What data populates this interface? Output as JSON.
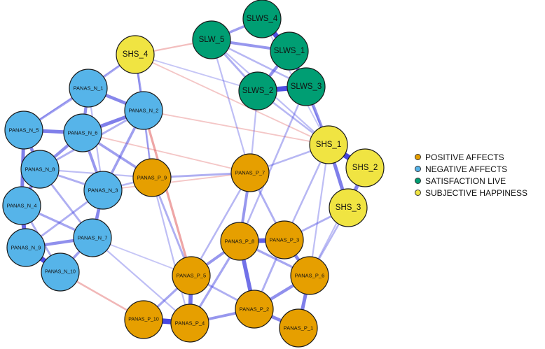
{
  "groups": [
    {
      "id": "PA",
      "label": "POSITIVE AFFECTS",
      "color": "#E69F00"
    },
    {
      "id": "NA",
      "label": "NEGATIVE AFFECTS",
      "color": "#56B4E9"
    },
    {
      "id": "SL",
      "label": "SATISFACTION LIVE",
      "color": "#009E73"
    },
    {
      "id": "SH",
      "label": "SUBJECTIVE HAPPINESS",
      "color": "#F0E442"
    }
  ],
  "nodes": [
    {
      "id": "SHS_4",
      "label": "SHS_4",
      "group": "SH"
    },
    {
      "id": "SLW_5",
      "label": "SLW_5",
      "group": "SL"
    },
    {
      "id": "SLWS_4",
      "label": "SLWS_4",
      "group": "SL"
    },
    {
      "id": "SLWS_1",
      "label": "SLWS_1",
      "group": "SL"
    },
    {
      "id": "SLWS_2",
      "label": "SLWS_2",
      "group": "SL"
    },
    {
      "id": "SLWS_3",
      "label": "SLWS_3",
      "group": "SL"
    },
    {
      "id": "SHS_1",
      "label": "SHS_1",
      "group": "SH"
    },
    {
      "id": "SHS_2",
      "label": "SHS_2",
      "group": "SH"
    },
    {
      "id": "SHS_3",
      "label": "SHS_3",
      "group": "SH"
    },
    {
      "id": "PANAS_N_1",
      "label": "PANAS_N_1",
      "group": "NA"
    },
    {
      "id": "PANAS_N_2",
      "label": "PANAS_N_2",
      "group": "NA"
    },
    {
      "id": "PANAS_N_5",
      "label": "PANAS_N_5",
      "group": "NA"
    },
    {
      "id": "PANAS_N_6",
      "label": "PANAS_N_6",
      "group": "NA"
    },
    {
      "id": "PANAS_N_8",
      "label": "PANAS_N_8",
      "group": "NA"
    },
    {
      "id": "PANAS_N_3",
      "label": "PANAS_N_3",
      "group": "NA"
    },
    {
      "id": "PANAS_N_4",
      "label": "PANAS_N_4",
      "group": "NA"
    },
    {
      "id": "PANAS_N_7",
      "label": "PANAS_N_7",
      "group": "NA"
    },
    {
      "id": "PANAS_N_9",
      "label": "PANAS_N_9",
      "group": "NA"
    },
    {
      "id": "PANAS_N_10",
      "label": "PANAS_N_10",
      "group": "NA"
    },
    {
      "id": "PANAS_P_9",
      "label": "PANAS_P_9",
      "group": "PA"
    },
    {
      "id": "PANAS_P_7",
      "label": "PANAS_P_7",
      "group": "PA"
    },
    {
      "id": "PANAS_P_8",
      "label": "PANAS_P_8",
      "group": "PA"
    },
    {
      "id": "PANAS_P_3",
      "label": "PANAS_P_3",
      "group": "PA"
    },
    {
      "id": "PANAS_P_5",
      "label": "PANAS_P_5",
      "group": "PA"
    },
    {
      "id": "PANAS_P_6",
      "label": "PANAS_P_6",
      "group": "PA"
    },
    {
      "id": "PANAS_P_10",
      "label": "PANAS_P_10",
      "group": "PA"
    },
    {
      "id": "PANAS_P_4",
      "label": "PANAS_P_4",
      "group": "PA"
    },
    {
      "id": "PANAS_P_2",
      "label": "PANAS_P_2",
      "group": "PA"
    },
    {
      "id": "PANAS_P_1",
      "label": "PANAS_P_1",
      "group": "PA"
    }
  ],
  "edges": [
    [
      "SLW_5",
      "SLWS_4",
      0.4,
      "pos"
    ],
    [
      "SLW_5",
      "SLWS_1",
      0.45,
      "pos"
    ],
    [
      "SLW_5",
      "SLWS_2",
      0.3,
      "pos"
    ],
    [
      "SLWS_4",
      "SLWS_1",
      0.9,
      "pos"
    ],
    [
      "SLWS_1",
      "SLWS_3",
      0.7,
      "pos"
    ],
    [
      "SLWS_1",
      "SLWS_2",
      0.5,
      "pos"
    ],
    [
      "SLWS_2",
      "SLWS_3",
      0.9,
      "pos"
    ],
    [
      "SLWS_3",
      "SHS_1",
      0.45,
      "pos"
    ],
    [
      "SLWS_2",
      "SHS_1",
      0.25,
      "pos"
    ],
    [
      "SHS_1",
      "SHS_2",
      1.0,
      "pos"
    ],
    [
      "SHS_1",
      "SHS_3",
      0.6,
      "pos"
    ],
    [
      "SHS_2",
      "SHS_3",
      0.55,
      "pos"
    ],
    [
      "SHS_4",
      "PANAS_N_1",
      0.3,
      "pos"
    ],
    [
      "SHS_4",
      "PANAS_N_2",
      0.35,
      "pos"
    ],
    [
      "SHS_4",
      "SLW_5",
      0.2,
      "neg"
    ],
    [
      "SHS_4",
      "SHS_1",
      0.15,
      "neg"
    ],
    [
      "SHS_4",
      "PANAS_P_9",
      0.15,
      "pos"
    ],
    [
      "PANAS_N_1",
      "PANAS_N_2",
      0.55,
      "pos"
    ],
    [
      "PANAS_N_1",
      "PANAS_N_6",
      0.5,
      "pos"
    ],
    [
      "PANAS_N_1",
      "PANAS_N_5",
      0.35,
      "pos"
    ],
    [
      "PANAS_N_2",
      "PANAS_N_6",
      0.6,
      "pos"
    ],
    [
      "PANAS_N_2",
      "PANAS_N_3",
      0.4,
      "pos"
    ],
    [
      "PANAS_N_2",
      "PANAS_N_8",
      0.3,
      "pos"
    ],
    [
      "PANAS_N_5",
      "PANAS_N_6",
      0.6,
      "pos"
    ],
    [
      "PANAS_N_5",
      "PANAS_N_8",
      0.55,
      "pos"
    ],
    [
      "PANAS_N_5",
      "PANAS_N_4",
      0.6,
      "pos"
    ],
    [
      "PANAS_N_6",
      "PANAS_N_8",
      0.5,
      "pos"
    ],
    [
      "PANAS_N_6",
      "PANAS_N_3",
      0.45,
      "pos"
    ],
    [
      "PANAS_N_6",
      "PANAS_P_9",
      0.4,
      "pos"
    ],
    [
      "PANAS_N_8",
      "PANAS_N_4",
      0.55,
      "pos"
    ],
    [
      "PANAS_N_8",
      "PANAS_N_3",
      0.3,
      "pos"
    ],
    [
      "PANAS_N_8",
      "PANAS_N_7",
      0.3,
      "pos"
    ],
    [
      "PANAS_N_4",
      "PANAS_N_9",
      0.75,
      "pos"
    ],
    [
      "PANAS_N_4",
      "PANAS_N_7",
      0.35,
      "pos"
    ],
    [
      "PANAS_N_4",
      "PANAS_N_10",
      0.3,
      "pos"
    ],
    [
      "PANAS_N_3",
      "PANAS_N_7",
      0.55,
      "pos"
    ],
    [
      "PANAS_N_3",
      "PANAS_N_9",
      0.3,
      "pos"
    ],
    [
      "PANAS_N_3",
      "PANAS_P_9",
      0.25,
      "pos"
    ],
    [
      "PANAS_N_7",
      "PANAS_N_9",
      0.5,
      "pos"
    ],
    [
      "PANAS_N_7",
      "PANAS_N_10",
      0.4,
      "pos"
    ],
    [
      "PANAS_N_9",
      "PANAS_N_10",
      0.9,
      "pos"
    ],
    [
      "PANAS_N_2",
      "PANAS_P_9",
      0.25,
      "pos"
    ],
    [
      "PANAS_N_2",
      "PANAS_P_5",
      0.35,
      "neg"
    ],
    [
      "PANAS_N_2",
      "SHS_1",
      0.15,
      "neg"
    ],
    [
      "PANAS_N_10",
      "PANAS_P_10",
      0.25,
      "neg"
    ],
    [
      "PANAS_N_7",
      "PANAS_P_4",
      0.2,
      "pos"
    ],
    [
      "PANAS_P_9",
      "PANAS_P_7",
      0.3,
      "pos"
    ],
    [
      "PANAS_P_9",
      "PANAS_P_5",
      0.3,
      "pos"
    ],
    [
      "PANAS_P_9",
      "PANAS_P_4",
      0.2,
      "pos"
    ],
    [
      "PANAS_P_7",
      "PANAS_P_8",
      0.45,
      "pos"
    ],
    [
      "PANAS_P_7",
      "SHS_1",
      0.25,
      "pos"
    ],
    [
      "PANAS_P_7",
      "PANAS_P_3",
      0.3,
      "pos"
    ],
    [
      "PANAS_P_7",
      "PANAS_P_5",
      0.25,
      "pos"
    ],
    [
      "PANAS_P_7",
      "SLWS_2",
      0.2,
      "pos"
    ],
    [
      "PANAS_P_8",
      "PANAS_P_3",
      0.8,
      "pos"
    ],
    [
      "PANAS_P_8",
      "PANAS_P_5",
      0.45,
      "pos"
    ],
    [
      "PANAS_P_8",
      "PANAS_P_2",
      0.7,
      "pos"
    ],
    [
      "PANAS_P_8",
      "PANAS_P_6",
      0.35,
      "pos"
    ],
    [
      "PANAS_P_8",
      "PANAS_P_4",
      0.35,
      "pos"
    ],
    [
      "PANAS_P_3",
      "PANAS_P_6",
      0.55,
      "pos"
    ],
    [
      "PANAS_P_3",
      "SHS_3",
      0.3,
      "pos"
    ],
    [
      "PANAS_P_3",
      "PANAS_P_2",
      0.3,
      "pos"
    ],
    [
      "PANAS_P_5",
      "PANAS_P_4",
      0.7,
      "pos"
    ],
    [
      "PANAS_P_5",
      "PANAS_P_10",
      0.35,
      "pos"
    ],
    [
      "PANAS_P_5",
      "PANAS_P_2",
      0.3,
      "pos"
    ],
    [
      "PANAS_P_10",
      "PANAS_P_4",
      0.95,
      "pos"
    ],
    [
      "PANAS_P_4",
      "PANAS_P_2",
      0.45,
      "pos"
    ],
    [
      "PANAS_P_2",
      "PANAS_P_1",
      0.55,
      "pos"
    ],
    [
      "PANAS_P_2",
      "PANAS_P_6",
      0.5,
      "pos"
    ],
    [
      "PANAS_P_6",
      "PANAS_P_1",
      0.6,
      "pos"
    ],
    [
      "SHS_3",
      "PANAS_P_6",
      0.25,
      "pos"
    ],
    [
      "SHS_1",
      "PANAS_P_6",
      0.2,
      "pos"
    ],
    [
      "SHS_2",
      "PANAS_P_6",
      0.2,
      "pos"
    ],
    [
      "SHS_1",
      "PANAS_P_3",
      0.25,
      "pos"
    ],
    [
      "SLWS_3",
      "PANAS_P_8",
      0.25,
      "pos"
    ],
    [
      "SLW_5",
      "PANAS_P_7",
      0.2,
      "pos"
    ],
    [
      "SLW_5",
      "SHS_1",
      0.2,
      "pos"
    ],
    [
      "SHS_4",
      "SLWS_2",
      0.15,
      "pos"
    ],
    [
      "PANAS_N_5",
      "SHS_4",
      0.15,
      "pos"
    ],
    [
      "PANAS_N_1",
      "PANAS_N_3",
      0.2,
      "pos"
    ],
    [
      "PANAS_N_6",
      "PANAS_P_7",
      0.15,
      "neg"
    ],
    [
      "PANAS_N_3",
      "PANAS_P_7",
      0.15,
      "neg"
    ],
    [
      "PANAS_N_8",
      "PANAS_P_9",
      0.2,
      "pos"
    ],
    [
      "PANAS_N_7",
      "PANAS_P_5",
      0.15,
      "pos"
    ],
    [
      "SLWS_1",
      "SHS_1",
      0.2,
      "pos"
    ],
    [
      "SLWS_4",
      "SHS_1",
      0.15,
      "pos"
    ],
    [
      "SLW_5",
      "SLWS_3",
      0.25,
      "pos"
    ]
  ]
}
